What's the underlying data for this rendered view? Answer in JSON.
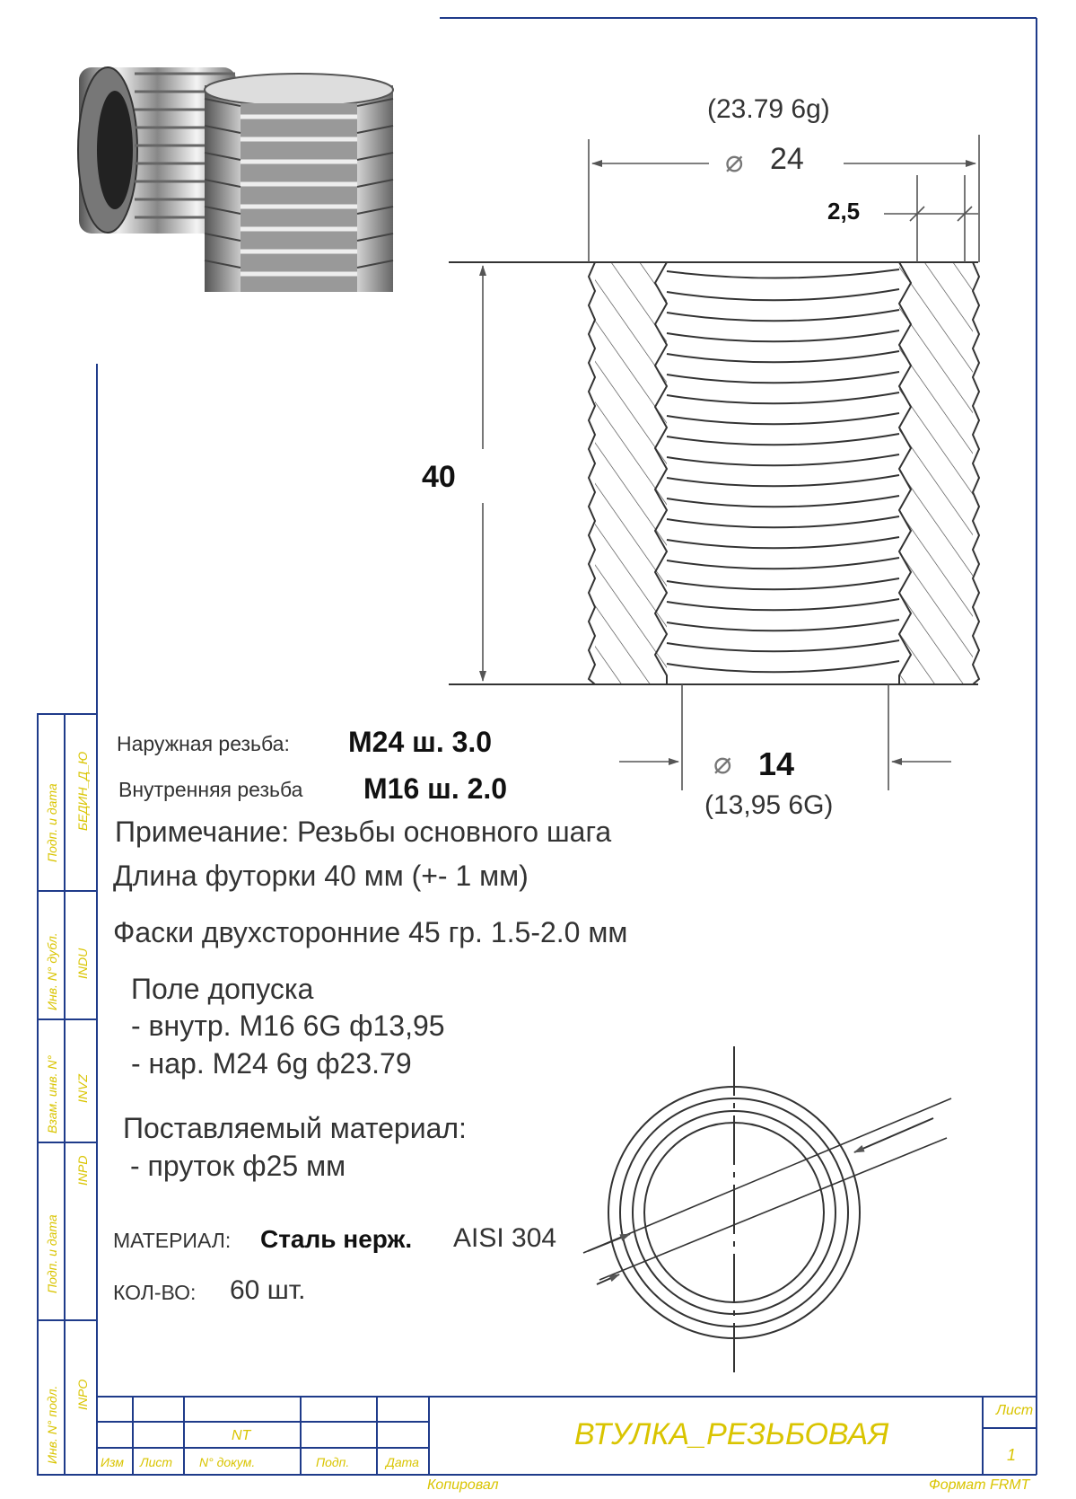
{
  "dimensions": {
    "outer_diameter_tolerance": "(23.79 6g)",
    "outer_diameter": "24",
    "chamfer": "2,5",
    "length": "40",
    "inner_diameter": "14",
    "inner_diameter_tolerance": "(13,95 6G)",
    "diameter_symbol": "⌀"
  },
  "specs": {
    "outer_thread_label": "Наружная резьба:",
    "outer_thread_value": "M24 ш. 3.0",
    "inner_thread_label": "Внутренняя резьба",
    "inner_thread_value": "M16 ш. 2.0",
    "note": "Примечание: Резьбы основного шага",
    "length_note": "Длина футорки 40 мм (+- 1 мм)",
    "chamfer_note": "Фаски двухсторонние 45 гр. 1.5-2.0 мм",
    "tolerance_title": "Поле допуска",
    "tolerance_inner": "-  внутр. M16 6G ф13,95",
    "tolerance_outer": "-  нар. M24 6g ф23.79",
    "supplied_material_title": "Поставляемый материал:",
    "supplied_material_item": "- пруток ф25 мм",
    "material_label": "МАТЕРИАЛ:",
    "material_value": "Сталь нерж.",
    "material_grade": "AISI 304",
    "qty_label": "КОЛ-ВО:",
    "qty_value": "60 шт."
  },
  "title_block": {
    "title": "ВТУЛКА_РЕЗЬБОВАЯ",
    "sheet_label": "Лист",
    "sheet_number": "1",
    "copied_label": "Копировал",
    "format_label": "Формат FRMT",
    "col_izm": "Изм",
    "col_list": "Лист",
    "col_doc": "N° докум.",
    "col_sign": "Подп.",
    "col_date": "Дата",
    "nt": "NT"
  },
  "side_stamp": {
    "podp_data_1": "Подп. и дата",
    "bedin": "БЕДИН_Д_Ю",
    "inv_dubl": "Инв. N° дубл.",
    "ino": "INDU",
    "vzam": "Взам. инв. N°",
    "inv": "INVZ",
    "podp_data_2": "Подп. и дата",
    "inpd": "INPD",
    "inv_podl": "Инв. N° подл.",
    "inpo": "INPO"
  },
  "colors": {
    "line": "#333333",
    "stamp_yellow": "#d9c400",
    "frame_blue": "#1f3b8a"
  }
}
